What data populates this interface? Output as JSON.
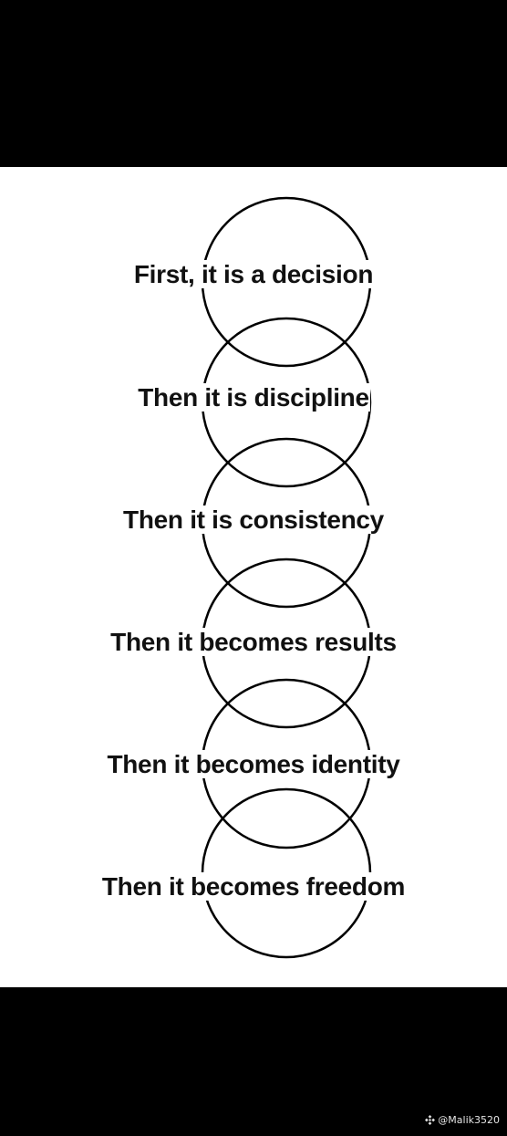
{
  "stages": [
    "First, it is a decision",
    "Then it is discipline",
    "Then it is consistency",
    "Then it becomes results",
    "Then it becomes identity",
    "Then it becomes freedom"
  ],
  "watermark": {
    "icon": "binance-logo-icon",
    "handle": "@Malik3520"
  },
  "colors": {
    "frame": "#000000",
    "panel": "#ffffff",
    "ink": "#111111",
    "watermark": "#e6e6e6"
  }
}
